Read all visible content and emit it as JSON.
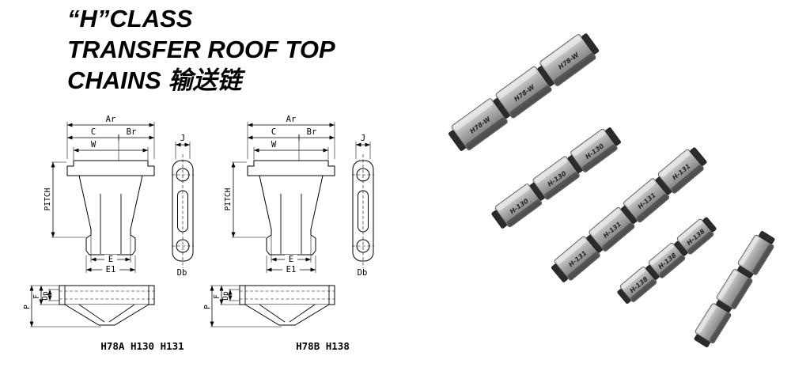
{
  "title": {
    "line1": "“H”CLASS",
    "line2": "TRANSFER ROOF TOP",
    "line3": "CHAINS 输送链"
  },
  "drawing_labels": {
    "ar": "Ar",
    "c": "C",
    "br": "Br",
    "w": "W",
    "j": "J",
    "pitch": "PITCH",
    "e": "E",
    "e1": "E1",
    "db": "Db",
    "p": "P",
    "f": "F",
    "dp": "Dp"
  },
  "drawings": [
    {
      "caption": "H78A H130 H131"
    },
    {
      "caption": "H78B H138"
    }
  ],
  "photo": {
    "chains": [
      {
        "label": "H78-W"
      },
      {
        "label": "H-130"
      },
      {
        "label": "H-131"
      },
      {
        "label": "H-138"
      }
    ]
  }
}
